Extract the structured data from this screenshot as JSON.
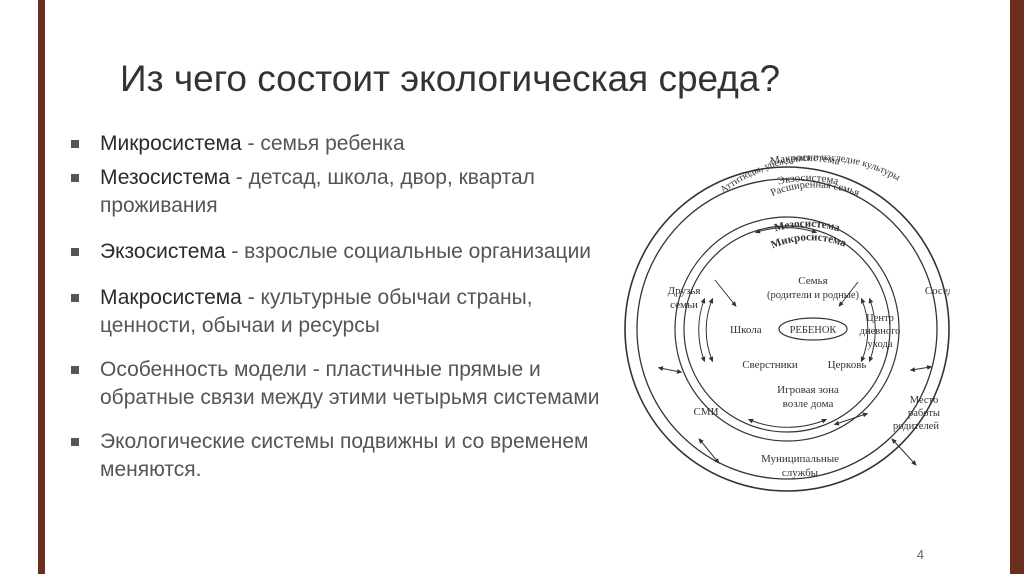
{
  "slide": {
    "title": "Из чего состоит экологическая среда?",
    "page_number": "4",
    "bullets": [
      {
        "term": "Микросистема",
        "text": " - семья ребенка"
      },
      {
        "term": "Мезосистема",
        "text": " - детсад, школа, двор, квартал проживания"
      },
      {
        "term": "Экзосистема",
        "text": " - взрослые социальные организации"
      },
      {
        "term": "Макросистема",
        "text": " - культурные обычаи страны, ценности, обычаи и ресурсы"
      },
      {
        "term": "",
        "text": "Особенность модели -  пластичные прямые и обратные связи между этими четырьмя системами"
      },
      {
        "term": "",
        "text": " Экологические системы подвижны и со временем меняются."
      }
    ]
  },
  "diagram": {
    "macro_title": "Макросистема",
    "macro_subtitle": "Аттитюды, убеждения и наследие культуры",
    "exo_title": "Экзосистема",
    "exo_subtitle": "Расширенная семья",
    "meso_title": "Мезосистема",
    "micro_title": "Микросистема",
    "family_line1": "Семья",
    "family_line2": "(родители и родные)",
    "school": "Школа",
    "child": "РЕБЕНОК",
    "daycare_line1": "Центр",
    "daycare_line2": "дневного",
    "daycare_line3": "ухода",
    "peers": "Сверстники",
    "church": "Церковь",
    "play_line1": "Игровая зона",
    "play_line2": "возле дома",
    "friends_line1": "Друзья",
    "friends_line2": "семьи",
    "neighbors": "Соседи",
    "media": "СМИ",
    "work_line1": "Место",
    "work_line2": "работы",
    "work_line3": "родителей",
    "services_line1": "Муниципальные",
    "services_line2": "службы"
  }
}
